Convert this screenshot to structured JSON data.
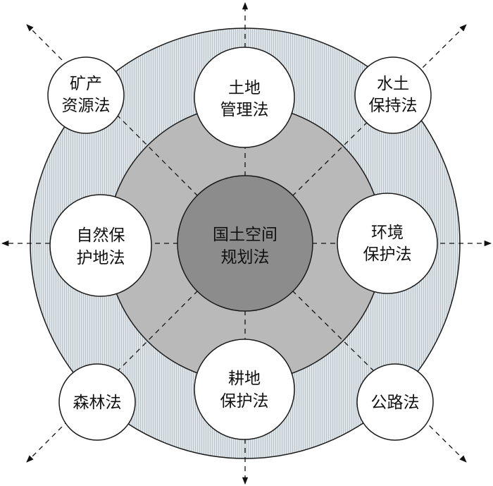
{
  "center": {
    "line1": "国土空间",
    "line2": "规划法"
  },
  "nodes": {
    "top": {
      "line1": "土地",
      "line2": "管理法"
    },
    "top_left": {
      "line1": "矿产",
      "line2": "资源法"
    },
    "top_right": {
      "line1": "水土",
      "line2": "保持法"
    },
    "left": {
      "line1": "自然保",
      "line2": "护地法"
    },
    "right": {
      "line1": "环境",
      "line2": "保护法"
    },
    "bottom": {
      "line1": "耕地",
      "line2": "保护法"
    },
    "bottom_left": {
      "line1": "森林法"
    },
    "bottom_right": {
      "line1": "公路法"
    }
  },
  "colors": {
    "outer_ring": "#d6dde0",
    "middle_ring": "#b8b8b8",
    "center": "#8a8a8a",
    "node_fill": "#ffffff",
    "stroke": "#1a1a1a"
  }
}
